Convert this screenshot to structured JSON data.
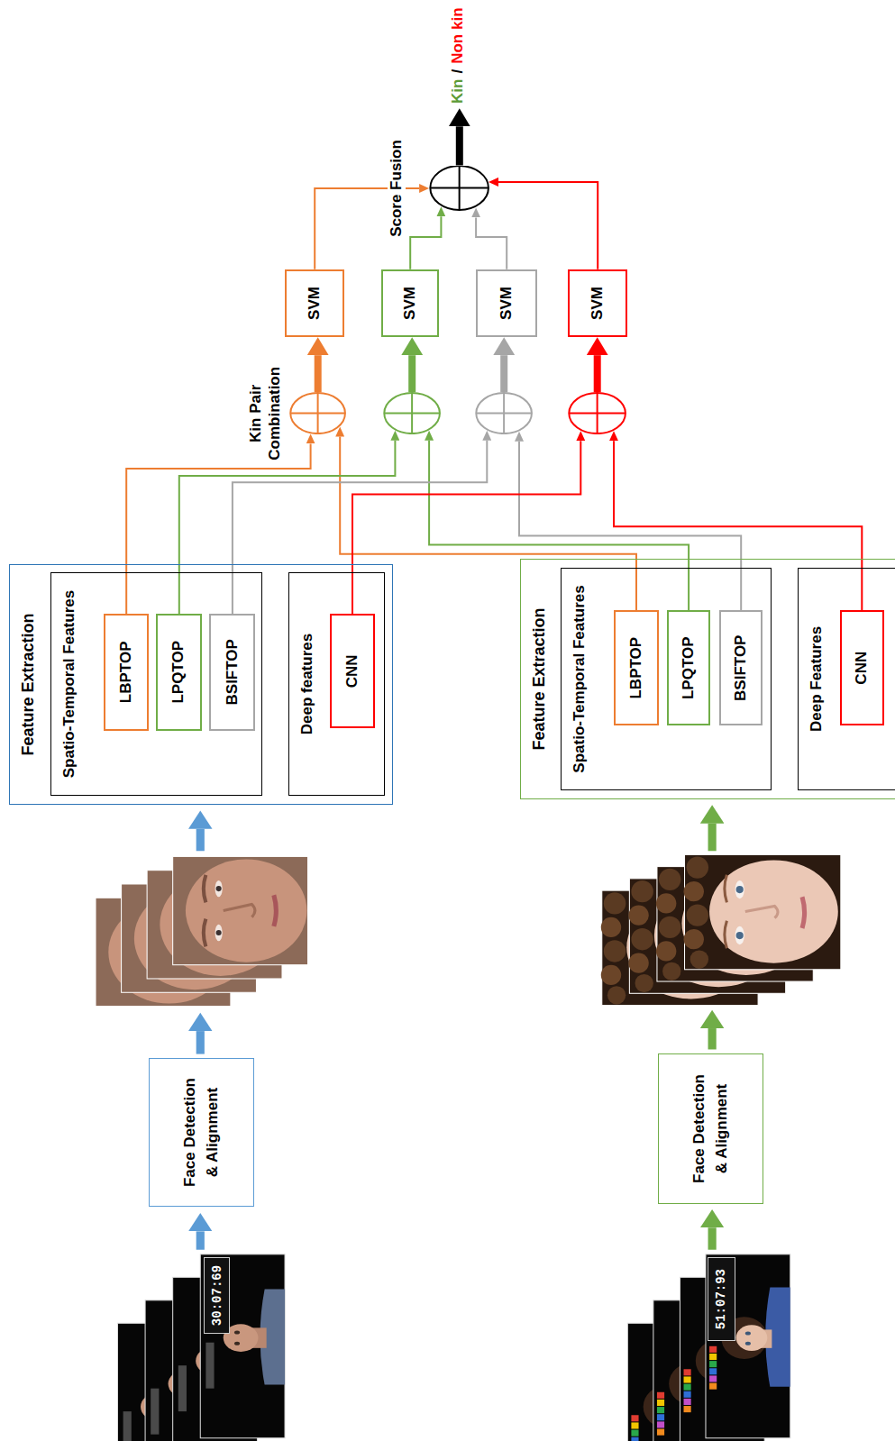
{
  "diagram": {
    "nodes": [
      {
        "text": [
          "Face Detection & Alignment"
        ]
      },
      {
        "text": [
          "Feature Extraction"
        ]
      },
      {
        "text": [
          "Spatio-Temporal Features"
        ],
        "in": 1
      },
      {
        "text": [
          "LBPTOP"
        ],
        "in": 2
      },
      {
        "text": [
          "LPQTOP"
        ],
        "in": 2
      },
      {
        "text": [
          "BSIFTOP"
        ],
        "in": 2
      },
      {
        "text": [
          "Deep features"
        ],
        "in": 1
      },
      {
        "text": [
          "CNN"
        ],
        "in": 6
      },
      {
        "text": [
          "Face Detection & Alignment"
        ]
      },
      {
        "text": [
          "Feature Extraction"
        ]
      },
      {
        "text": [
          "Spatio-Temporal Features"
        ],
        "in": 9
      },
      {
        "text": [
          "LBPTOP"
        ],
        "in": 10
      },
      {
        "text": [
          "LPQTOP"
        ],
        "in": 10
      },
      {
        "text": [
          "BSIFTOP"
        ],
        "in": 10
      },
      {
        "text": [
          "Deep Features"
        ],
        "in": 9
      },
      {
        "text": [
          "CNN"
        ],
        "in": 14
      },
      {
        "text": [
          "Kin Pair Combination"
        ]
      },
      {
        "text": []
      },
      {
        "text": []
      },
      {
        "text": []
      },
      {
        "text": [
          "SVM"
        ]
      },
      {
        "text": [
          "SVM"
        ]
      },
      {
        "text": [
          "SVM"
        ]
      },
      {
        "text": [
          "SVM"
        ]
      },
      {
        "text": [
          "Score Fusion"
        ]
      },
      {
        "text": [
          "Kin",
          "/",
          "Non kin"
        ]
      }
    ],
    "edges": [
      {
        "from": 3,
        "to": 16,
        "arrow": "to"
      },
      {
        "from": 11,
        "to": 16,
        "arrow": "to"
      },
      {
        "from": 4,
        "to": 17,
        "arrow": "to"
      },
      {
        "from": 12,
        "to": 17,
        "arrow": "to"
      },
      {
        "from": 5,
        "to": 18,
        "arrow": "to"
      },
      {
        "from": 13,
        "to": 18,
        "arrow": "to"
      },
      {
        "from": 7,
        "to": 19,
        "arrow": "to"
      },
      {
        "from": 15,
        "to": 19,
        "arrow": "to"
      },
      {
        "from": 16,
        "to": 20,
        "arrow": "to"
      },
      {
        "from": 17,
        "to": 21,
        "arrow": "to"
      },
      {
        "from": 18,
        "to": 22,
        "arrow": "to"
      },
      {
        "from": 19,
        "to": 23,
        "arrow": "to"
      },
      {
        "from": 20,
        "to": 24,
        "arrow": "to"
      },
      {
        "from": 21,
        "to": 24,
        "arrow": "to"
      },
      {
        "from": 22,
        "to": 24,
        "arrow": "to"
      },
      {
        "from": 23,
        "to": 24,
        "arrow": "to"
      },
      {
        "from": 24,
        "to": 25,
        "arrow": "to"
      }
    ],
    "labels": [
      "30:07:69",
      "51:07:93"
    ]
  }
}
